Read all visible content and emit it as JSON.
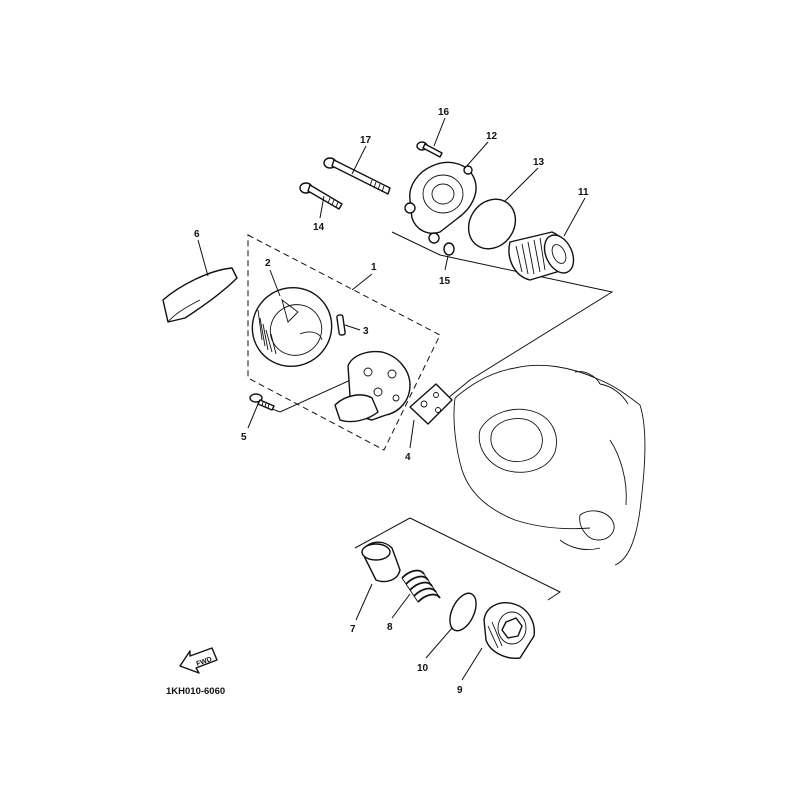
{
  "diagram": {
    "code": "1KH010-6060",
    "fwd_label": "FWD",
    "callouts": [
      {
        "id": "1",
        "text": "1"
      },
      {
        "id": "2",
        "text": "2"
      },
      {
        "id": "3",
        "text": "3"
      },
      {
        "id": "4",
        "text": "4"
      },
      {
        "id": "5",
        "text": "5"
      },
      {
        "id": "6",
        "text": "6"
      },
      {
        "id": "7",
        "text": "7"
      },
      {
        "id": "8",
        "text": "8"
      },
      {
        "id": "9",
        "text": "9"
      },
      {
        "id": "10",
        "text": "10"
      },
      {
        "id": "11",
        "text": "11"
      },
      {
        "id": "12",
        "text": "12"
      },
      {
        "id": "13",
        "text": "13"
      },
      {
        "id": "14",
        "text": "14"
      },
      {
        "id": "15",
        "text": "15"
      },
      {
        "id": "16",
        "text": "16"
      },
      {
        "id": "17",
        "text": "17"
      }
    ]
  }
}
